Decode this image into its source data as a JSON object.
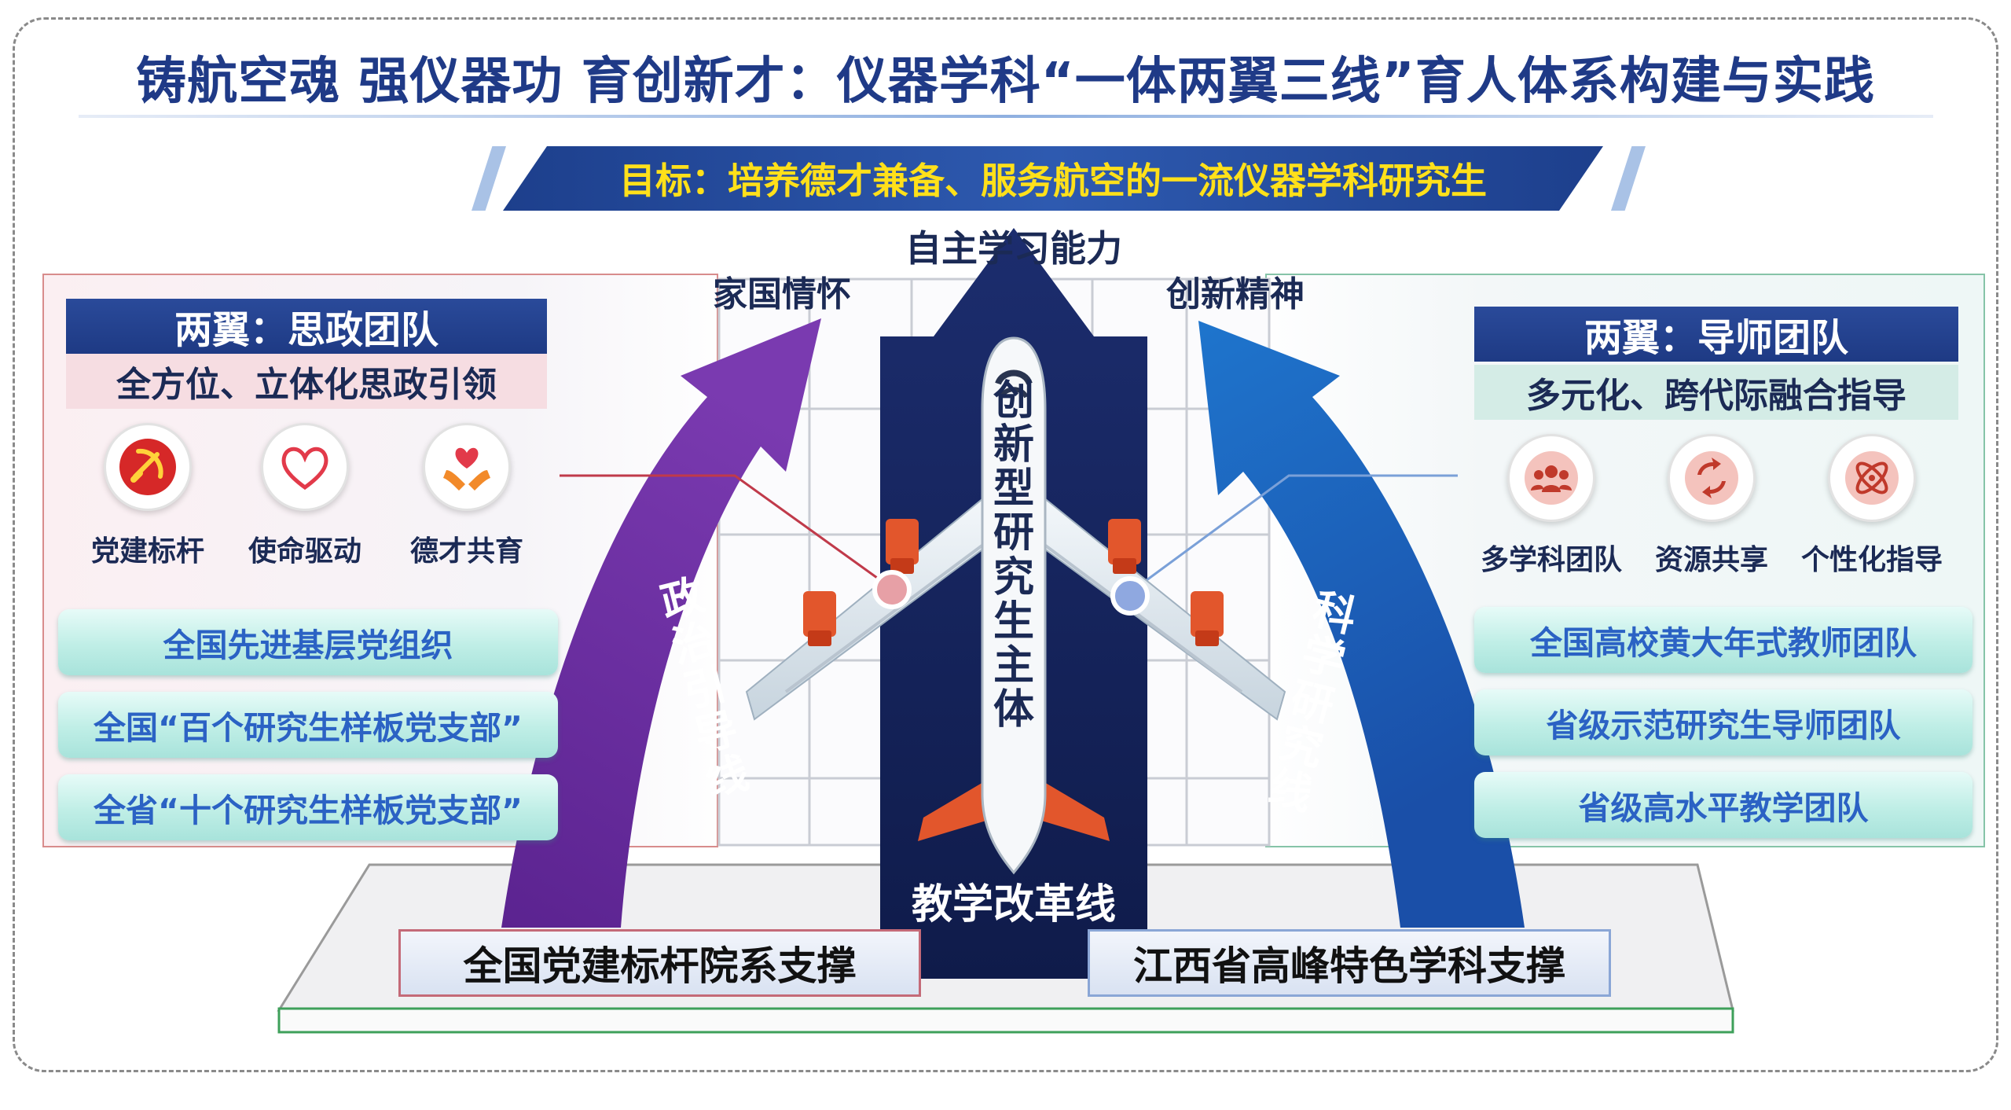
{
  "title": "铸航空魂 强仪器功 育创新才：仪器学科“一体两翼三线”育人体系构建与实践",
  "goal": "目标：培养德才兼备、服务航空的一流仪器学科研究生",
  "top_labels": {
    "left": "家国情怀",
    "center": "自主学习能力",
    "right": "创新精神"
  },
  "arrows": {
    "left": "政治引导线",
    "center": "创新型研究生主体",
    "right": "科学研究线",
    "bottom": "教学改革线"
  },
  "left_wing": {
    "heading": "两翼：思政团队",
    "subtitle": "全方位、立体化思政引领",
    "icons": [
      {
        "icon": "party-emblem-icon",
        "label": "党建标杆"
      },
      {
        "icon": "heart-icon",
        "label": "使命驱动"
      },
      {
        "icon": "hands-heart-icon",
        "label": "德才共育"
      }
    ],
    "honors": [
      "全国先进基层党组织",
      "全国“百个研究生样板党支部”",
      "全省“十个研究生样板党支部”"
    ]
  },
  "right_wing": {
    "heading": "两翼：导师团队",
    "subtitle": "多元化、跨代际融合指导",
    "icons": [
      {
        "icon": "team-icon",
        "label": "多学科团队"
      },
      {
        "icon": "recycle-icon",
        "label": "资源共享"
      },
      {
        "icon": "atom-icon",
        "label": "个性化指导"
      }
    ],
    "honors": [
      "全国高校黄大年式教师团队",
      "省级示范研究生导师团队",
      "省级高水平教学团队"
    ]
  },
  "base": {
    "left": "全国党建标杆院系支撑",
    "right": "江西省高峰特色学科支撑"
  },
  "colors": {
    "title": "#1f3a87",
    "goal_text": "#ffe01a",
    "left_arrow": "#6a2a9c",
    "center_arrow": "#15235a",
    "right_arrow": "#1466c0",
    "honor_text": "#2b62c4"
  }
}
